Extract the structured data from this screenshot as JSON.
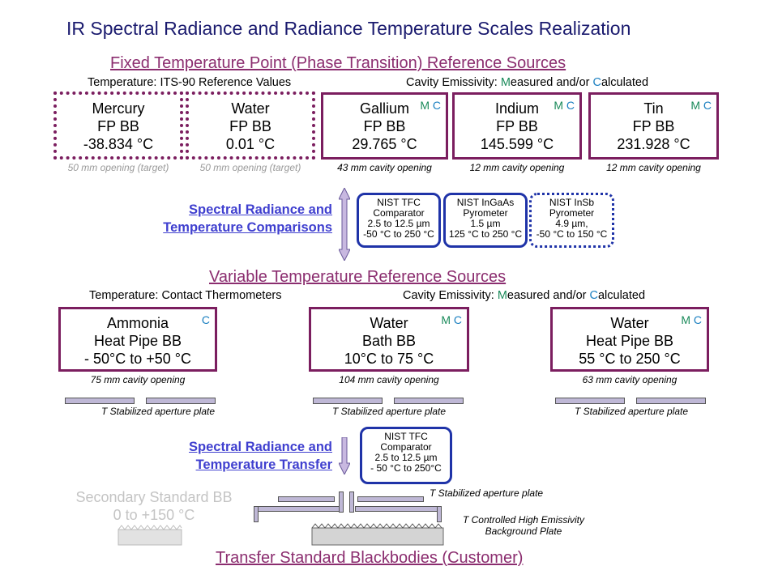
{
  "title": "IR Spectral Radiance and Radiance Temperature Scales Realization",
  "fixed": {
    "heading": "Fixed Temperature Point (Phase Transition) Reference Sources",
    "temp_label": "Temperature: ITS-90 Reference Values",
    "emis_prefix": "Cavity Emissivity: ",
    "emis_m": "M",
    "emis_mid": "easured and/or ",
    "emis_c": "C",
    "emis_end": "alculated",
    "sources": [
      {
        "name": "Mercury",
        "type": "FP BB",
        "temp": "-38.834 °C",
        "caption": "50 mm opening (target)",
        "mc_m": "",
        "mc_c": ""
      },
      {
        "name": "Water",
        "type": "FP BB",
        "temp": "0.01 °C",
        "caption": "50 mm opening (target)",
        "mc_m": "",
        "mc_c": ""
      },
      {
        "name": "Gallium",
        "type": "FP BB",
        "temp": "29.765 °C",
        "caption": "43 mm cavity opening",
        "mc_m": "M",
        "mc_c": "C"
      },
      {
        "name": "Indium",
        "type": "FP BB",
        "temp": "145.599 °C",
        "caption": "12 mm cavity opening",
        "mc_m": "M",
        "mc_c": "C"
      },
      {
        "name": "Tin",
        "type": "FP BB",
        "temp": "231.928 °C",
        "caption": "12 mm cavity opening",
        "mc_m": "M",
        "mc_c": "C"
      }
    ]
  },
  "comparisons": {
    "label_line1": "Spectral Radiance and",
    "label_line2": "Temperature Comparisons",
    "instruments": [
      {
        "l1": "NIST  TFC",
        "l2": "Comparator",
        "l3": "2.5 to 12.5 µm",
        "l4": "-50 °C to 250 °C"
      },
      {
        "l1": "NIST InGaAs",
        "l2": "Pyrometer",
        "l3": "1.5 µm",
        "l4": "125 °C to 250 °C"
      },
      {
        "l1": "NIST InSb",
        "l2": "Pyrometer",
        "l3": "4.9 µm,",
        "l4": "-50 °C to 150 °C"
      }
    ]
  },
  "variable": {
    "heading": "Variable Temperature Reference Sources",
    "temp_label": "Temperature: Contact Thermometers",
    "emis_prefix": "Cavity Emissivity: ",
    "emis_m": "M",
    "emis_mid": "easured and/or ",
    "emis_c": "C",
    "emis_end": "alculated",
    "sources": [
      {
        "name": "Ammonia",
        "type": "Heat Pipe BB",
        "temp": "- 50°C to +50 °C",
        "caption": "75 mm cavity opening",
        "plate": "T Stabilized aperture plate",
        "mc_m": "",
        "mc_c": "C"
      },
      {
        "name": "Water",
        "type": "Bath BB",
        "temp": "10°C to 75 °C",
        "caption": "104 mm cavity opening",
        "plate": "T Stabilized aperture plate",
        "mc_m": "M",
        "mc_c": "C"
      },
      {
        "name": "Water",
        "type": "Heat Pipe BB",
        "temp": "55 °C to 250 °C",
        "caption": "63 mm cavity opening",
        "plate": "T Stabilized aperture plate",
        "mc_m": "M",
        "mc_c": "C"
      }
    ]
  },
  "transfer": {
    "label_line1": "Spectral Radiance and",
    "label_line2": "Temperature Transfer",
    "instrument": {
      "l1": "NIST  TFC",
      "l2": "Comparator",
      "l3": "2.5 to 12.5 µm",
      "l4": "- 50 °C to 250°C"
    },
    "plate_label": "T Stabilized aperture plate",
    "background_line1": "T Controlled High Emissivity",
    "background_line2": "Background Plate",
    "secondary_line1": "Secondary Standard BB",
    "secondary_line2": "0 to +150 °C"
  },
  "footer_heading": "Transfer Standard Blackbodies (Customer)",
  "colors": {
    "title": "#1a1a6e",
    "heading": "#8b2d6f",
    "box_border": "#7b1e5f",
    "instrument_border": "#1f33a8",
    "measured": "#1a8a5a",
    "calculated": "#1a7fc0"
  }
}
